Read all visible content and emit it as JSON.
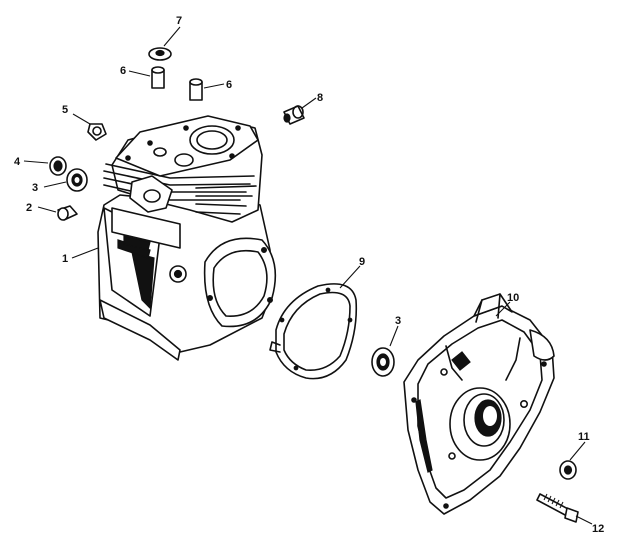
{
  "callouts": {
    "c1": "1",
    "c2": "2",
    "c3a": "3",
    "c3b": "3",
    "c4": "4",
    "c5": "5",
    "c6a": "6",
    "c6b": "6",
    "c7": "7",
    "c8": "8",
    "c9": "9",
    "c10": "10",
    "c11": "11",
    "c12": "12"
  },
  "colors": {
    "ink": "#111111",
    "background": "#ffffff"
  }
}
